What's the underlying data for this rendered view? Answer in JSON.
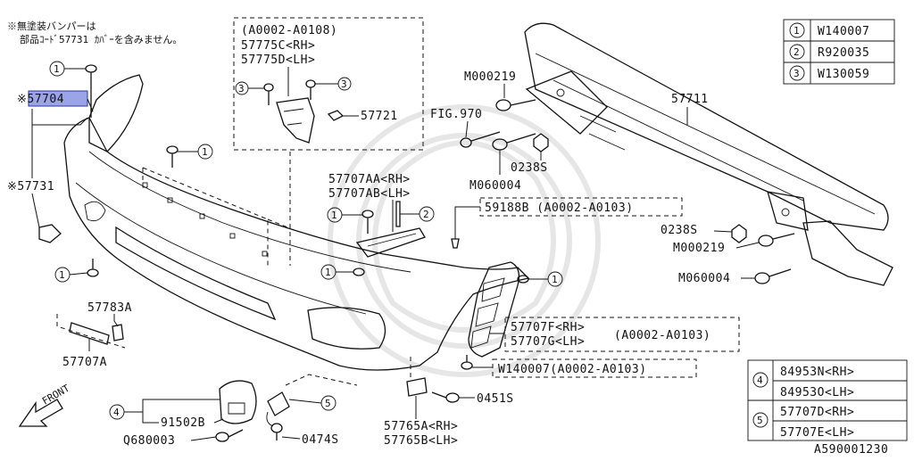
{
  "note": {
    "line1": "※無塗装バンパーは",
    "line2": "部品ｺｰﾄﾞ57731 ｶﾊﾞｰを含みません。"
  },
  "legend_top": [
    {
      "num": "1",
      "code": "W140007"
    },
    {
      "num": "2",
      "code": "R920035"
    },
    {
      "num": "3",
      "code": "W130059"
    }
  ],
  "legend_bottom": [
    {
      "num": "4",
      "codes": [
        "84953N<RH>",
        "84953O<LH>"
      ]
    },
    {
      "num": "5",
      "codes": [
        "57707D<RH>",
        "57707E<LH>"
      ]
    }
  ],
  "labels": {
    "p57704": "※57704",
    "p57731": "※57731",
    "bracket_range": "(A0002-A0108)",
    "p57775c": "57775C<RH>",
    "p57775d": "57775D<LH>",
    "p57721": "57721",
    "m000219_top": "M000219",
    "fig970": "FIG.970",
    "p57711": "57711",
    "p0238s_top": "0238S",
    "m060004_top": "M060004",
    "p57707aa": "57707AA<RH>",
    "p57707ab": "57707AB<LH>",
    "p59188b": "59188B (A0002-A0103)",
    "p0238s_right": "0238S",
    "m000219_right": "M000219",
    "m060004_right": "M060004",
    "p57783a": "57783A",
    "p57707a": "57707A",
    "p57707f": "57707F<RH>",
    "p57707g": "57707G<LH>",
    "p57707fg_range": "(A0002-A0103)",
    "w140007": "W140007(A0002-A0103)",
    "p0451s": "0451S",
    "p91502b": "91502B",
    "q680003": "Q680003",
    "p0474s": "0474S",
    "p57765a": "57765A<RH>",
    "p57765b": "57765B<LH>",
    "front": "FRONT",
    "diagram_id": "A590001230"
  },
  "callouts": {
    "c1": "1",
    "c2": "2",
    "c3": "3",
    "c4": "4",
    "c5": "5"
  }
}
